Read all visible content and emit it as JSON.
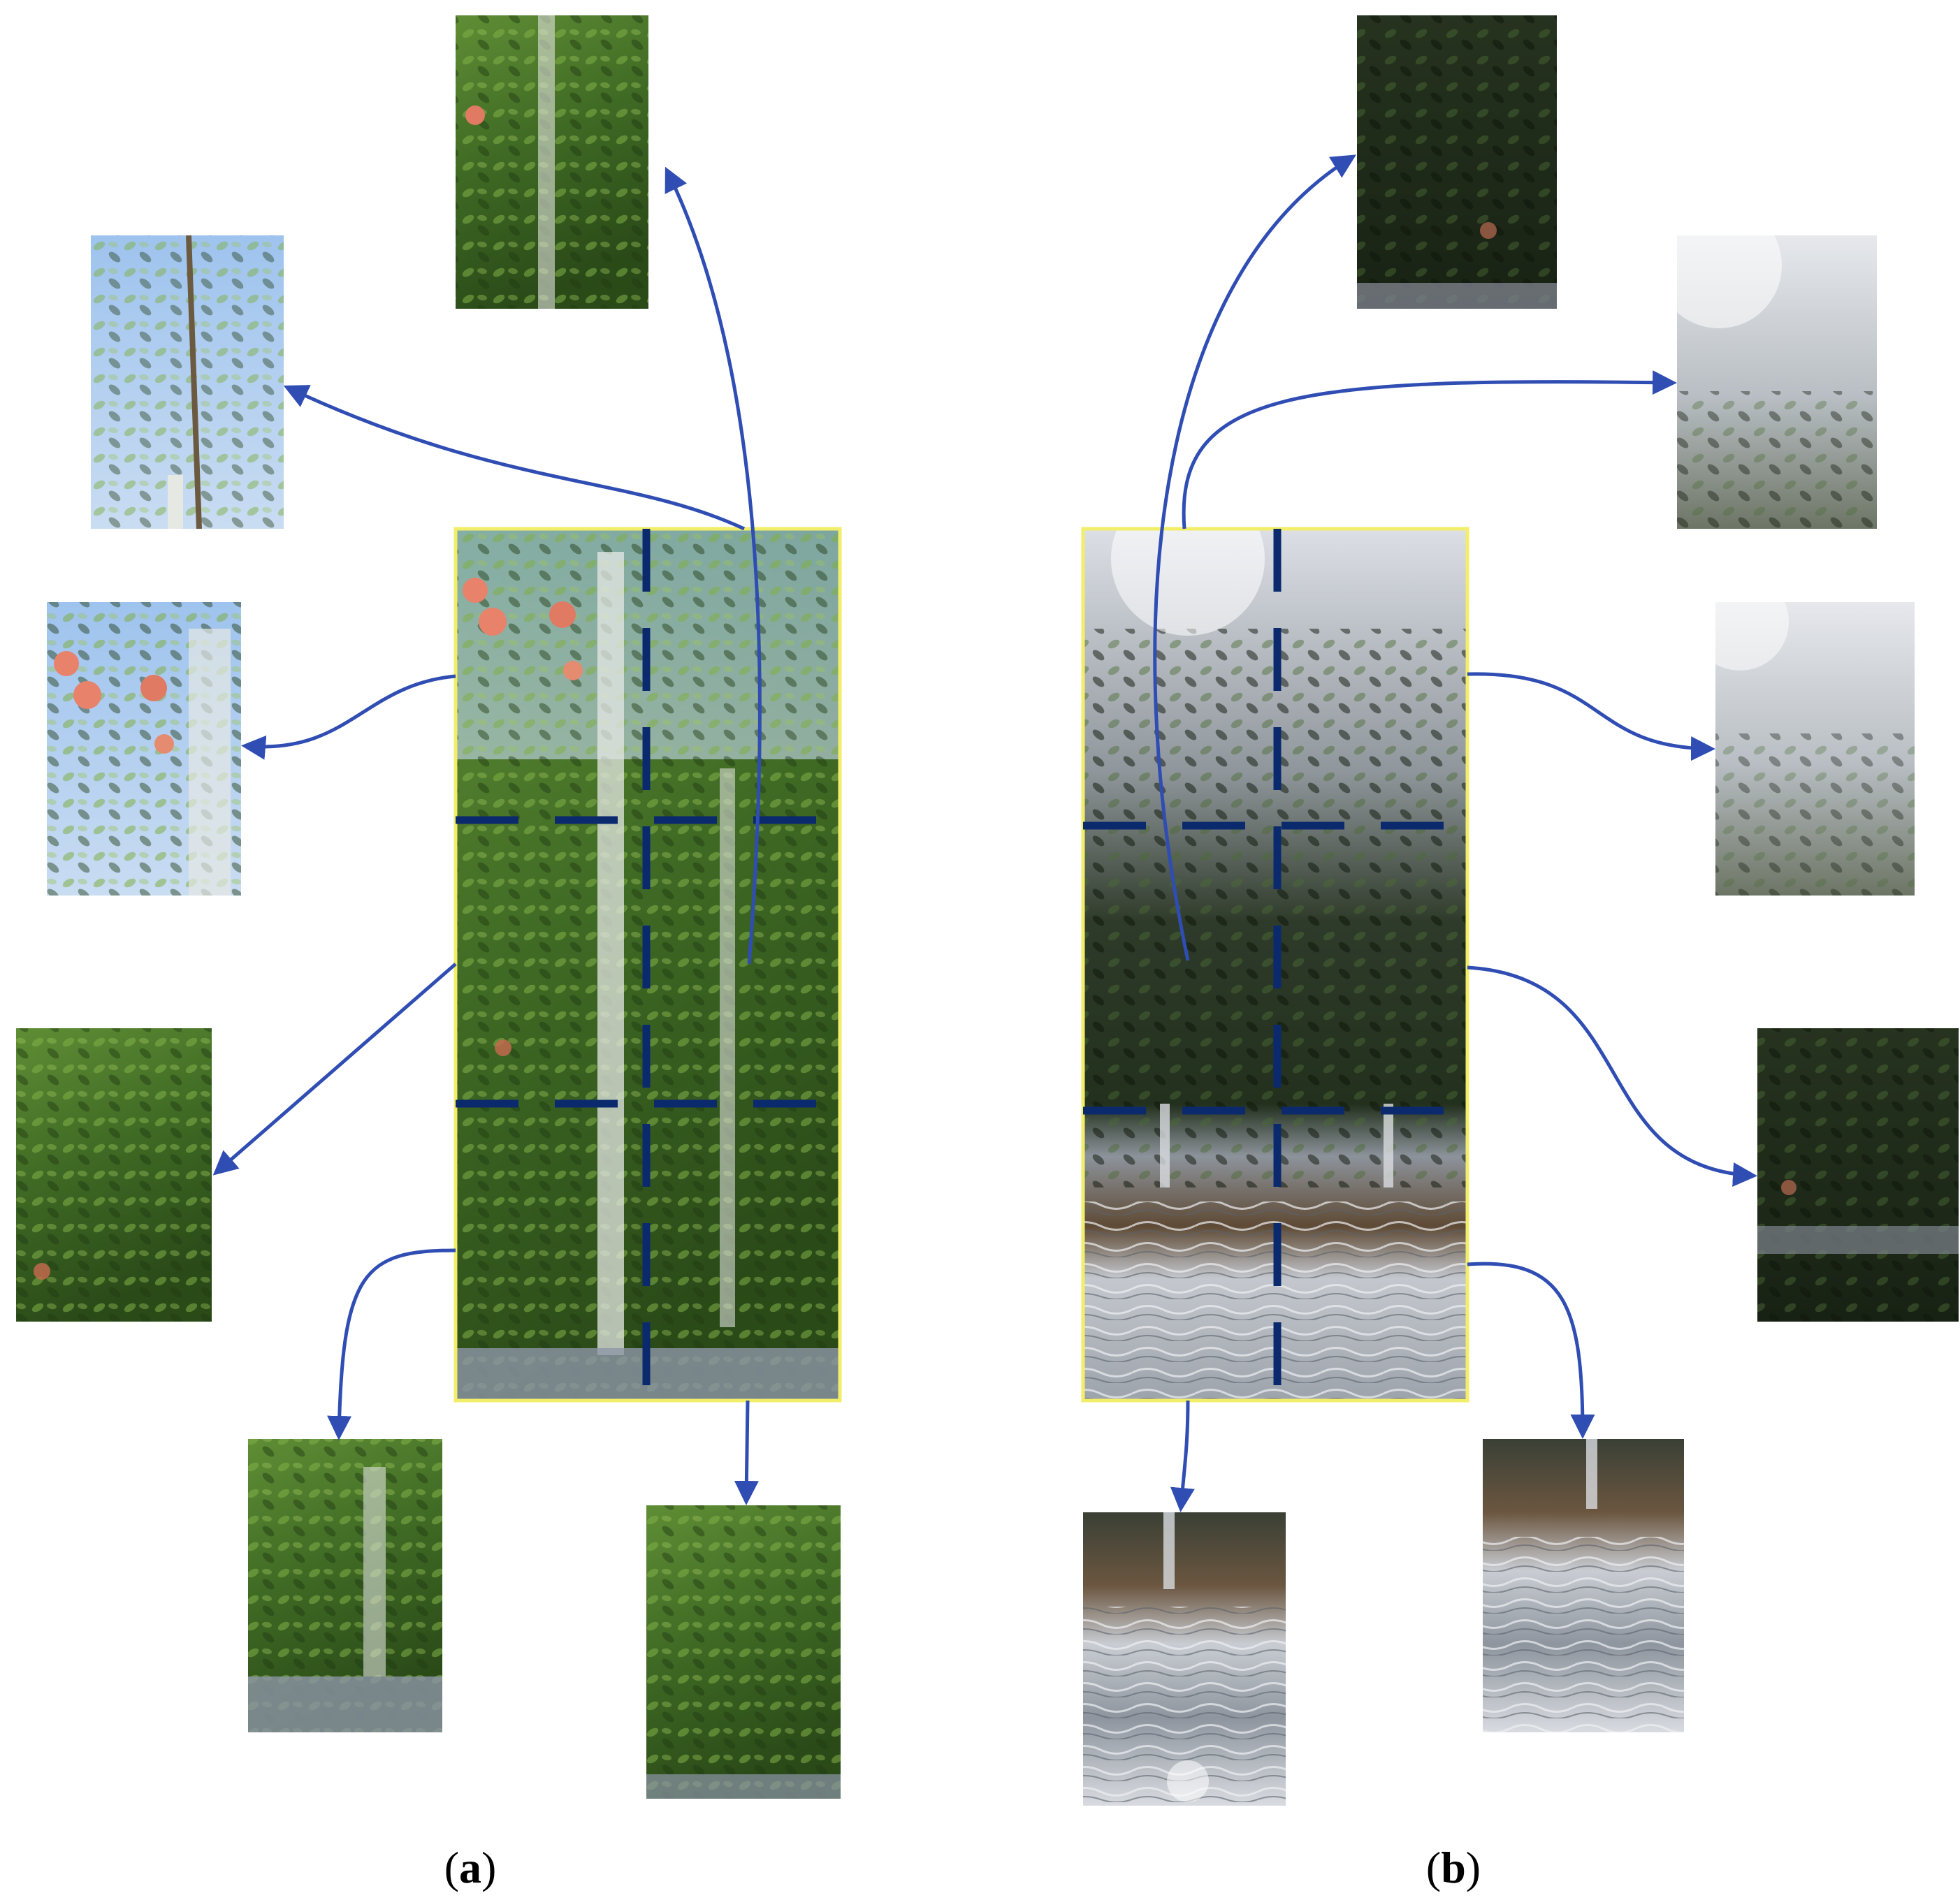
{
  "figure": {
    "colors": {
      "arrow": "#2F4DB3",
      "grid_dash": "#0B2A6E",
      "highlight_border": "#F2EE6A",
      "foliage_light": "#6C9A3B",
      "foliage_dark": "#1E3512",
      "sky": "#9EC3EE",
      "fruit": "#E8826A",
      "glare_sky": "#D9DDE2",
      "foil": "#B9BEC6",
      "soil": "#6A4E32"
    },
    "panels": [
      {
        "id": "a",
        "label_open": "(",
        "label_letter": "a",
        "label_close": ")",
        "scene": "daylight-orchard",
        "tiles": 6
      },
      {
        "id": "b",
        "label_open": "(",
        "label_letter": "b",
        "label_close": ")",
        "scene": "backlit-orchard",
        "tiles": 6
      }
    ]
  }
}
